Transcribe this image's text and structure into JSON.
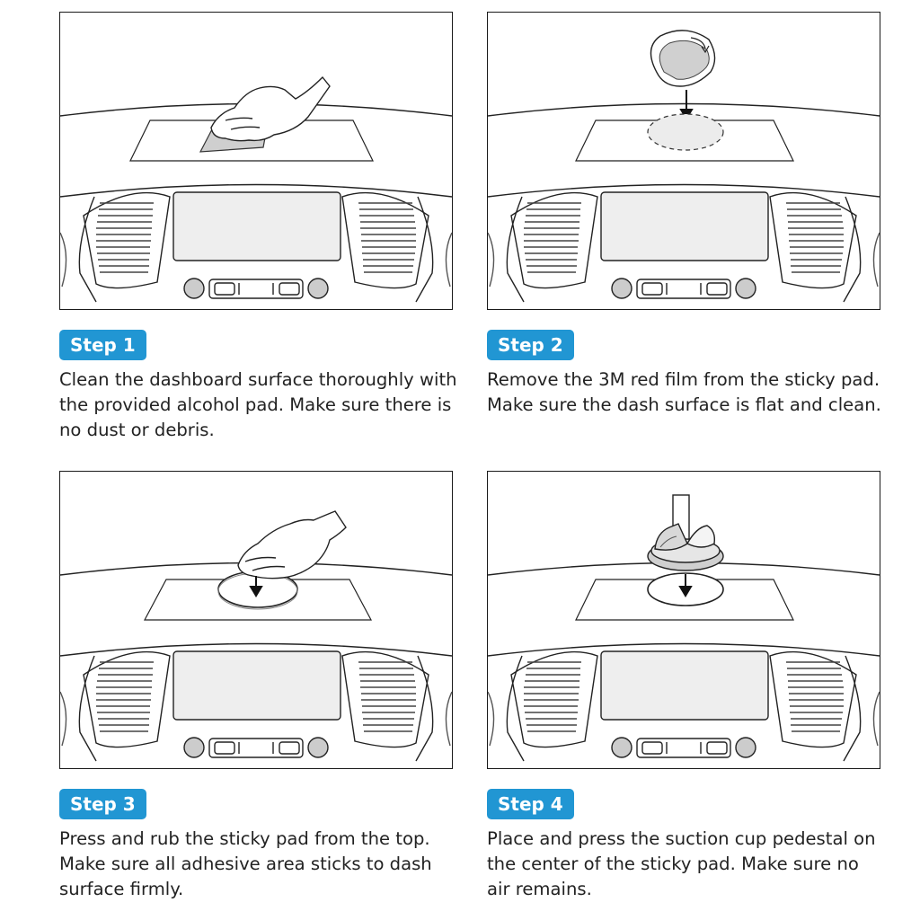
{
  "accent_color": "#2196d3",
  "steps": [
    {
      "label": "Step 1",
      "text": "Clean the dashboard surface thoroughly with the provided alcohol pad. Make sure there is no dust or debris.",
      "illustration": "hand-wiping-with-alcohol-pad"
    },
    {
      "label": "Step 2",
      "text": "Remove the 3M red film from the sticky pad. Make sure the dash surface is flat and clean.",
      "illustration": "peeling-film-off-sticky-pad"
    },
    {
      "label": "Step 3",
      "text": "Press and rub the sticky pad from the top. Make sure all adhesive area sticks to dash surface firmly.",
      "illustration": "hand-pressing-sticky-pad"
    },
    {
      "label": "Step 4",
      "text": "Place and press the suction cup pedestal on the center of the sticky pad. Make sure no air remains.",
      "illustration": "suction-cup-pedestal-on-pad"
    }
  ]
}
